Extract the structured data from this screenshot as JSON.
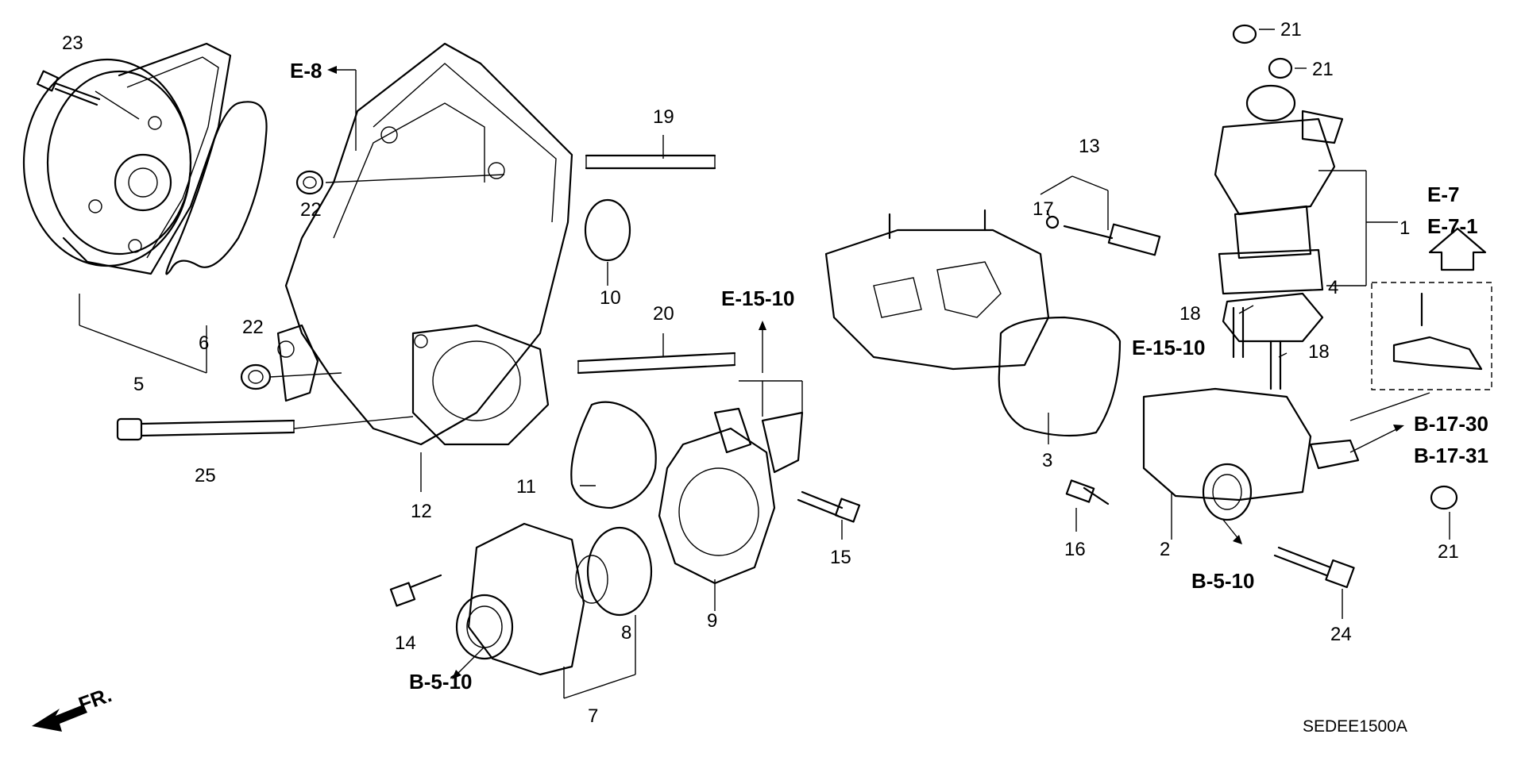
{
  "diagram": {
    "code": "SEDEE1500A",
    "front_label": "FR.",
    "callouts": {
      "p23": "23",
      "p5": "5",
      "p6": "6",
      "p22a": "22",
      "p22b": "22",
      "p25": "25",
      "p12": "12",
      "p19": "19",
      "p10": "10",
      "p20": "20",
      "p11": "11",
      "p9": "9",
      "p8": "8",
      "p7": "7",
      "p14": "14",
      "p15": "15",
      "p13": "13",
      "p17": "17",
      "p3": "3",
      "p18a": "18",
      "p18b": "18",
      "p16": "16",
      "p2": "2",
      "p24": "24",
      "p21a": "21",
      "p21b": "21",
      "p21c": "21",
      "p1": "1",
      "p4": "4"
    },
    "references": {
      "e8": "E-8",
      "e1510a": "E-15-10",
      "e1510b": "E-15-10",
      "b510a": "B-5-10",
      "b510b": "B-5-10",
      "e7": "E-7",
      "e71": "E-7-1",
      "b1730": "B-17-30",
      "b1731": "B-17-31"
    }
  }
}
